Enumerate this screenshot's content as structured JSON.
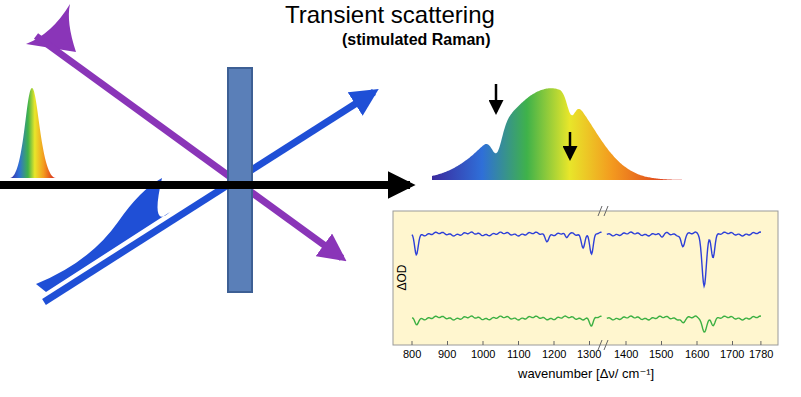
{
  "diagram": {
    "title": "Transient scattering",
    "labels": [
      "(stimulated Raman)",
      "ΔOD",
      "800",
      "900",
      "1000",
      "1100",
      "1200",
      "1300",
      "1400",
      "1500",
      "1600",
      "1700",
      "1780",
      "wavenumber [Δν/ cm⁻¹]"
    ]
  }
}
